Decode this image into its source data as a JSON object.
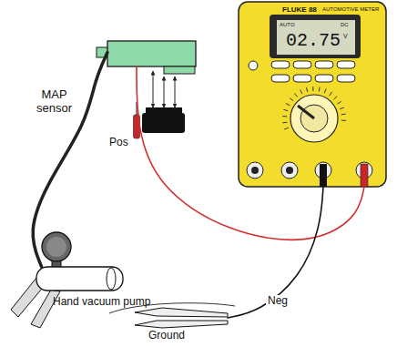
{
  "diagram": {
    "nodes": [
      {
        "text": [
          "MAP sensor"
        ]
      },
      {
        "text": [
          "FLUKE 88",
          "AUTOMOTIVE METER"
        ]
      },
      {
        "text": [
          "AUTO",
          "02.75",
          "V",
          "DC"
        ],
        "in": 1
      },
      {
        "text": [
          "Hand vacuum pump"
        ]
      },
      {
        "text": [
          "Ground"
        ]
      }
    ],
    "edges": [
      {
        "from": 3,
        "to": 0,
        "arrow": "none"
      },
      {
        "from": 0,
        "to": 1,
        "label": "Pos",
        "arrow": "none"
      },
      {
        "from": 1,
        "to": 4,
        "label": "Neg",
        "arrow": "none"
      }
    ]
  }
}
